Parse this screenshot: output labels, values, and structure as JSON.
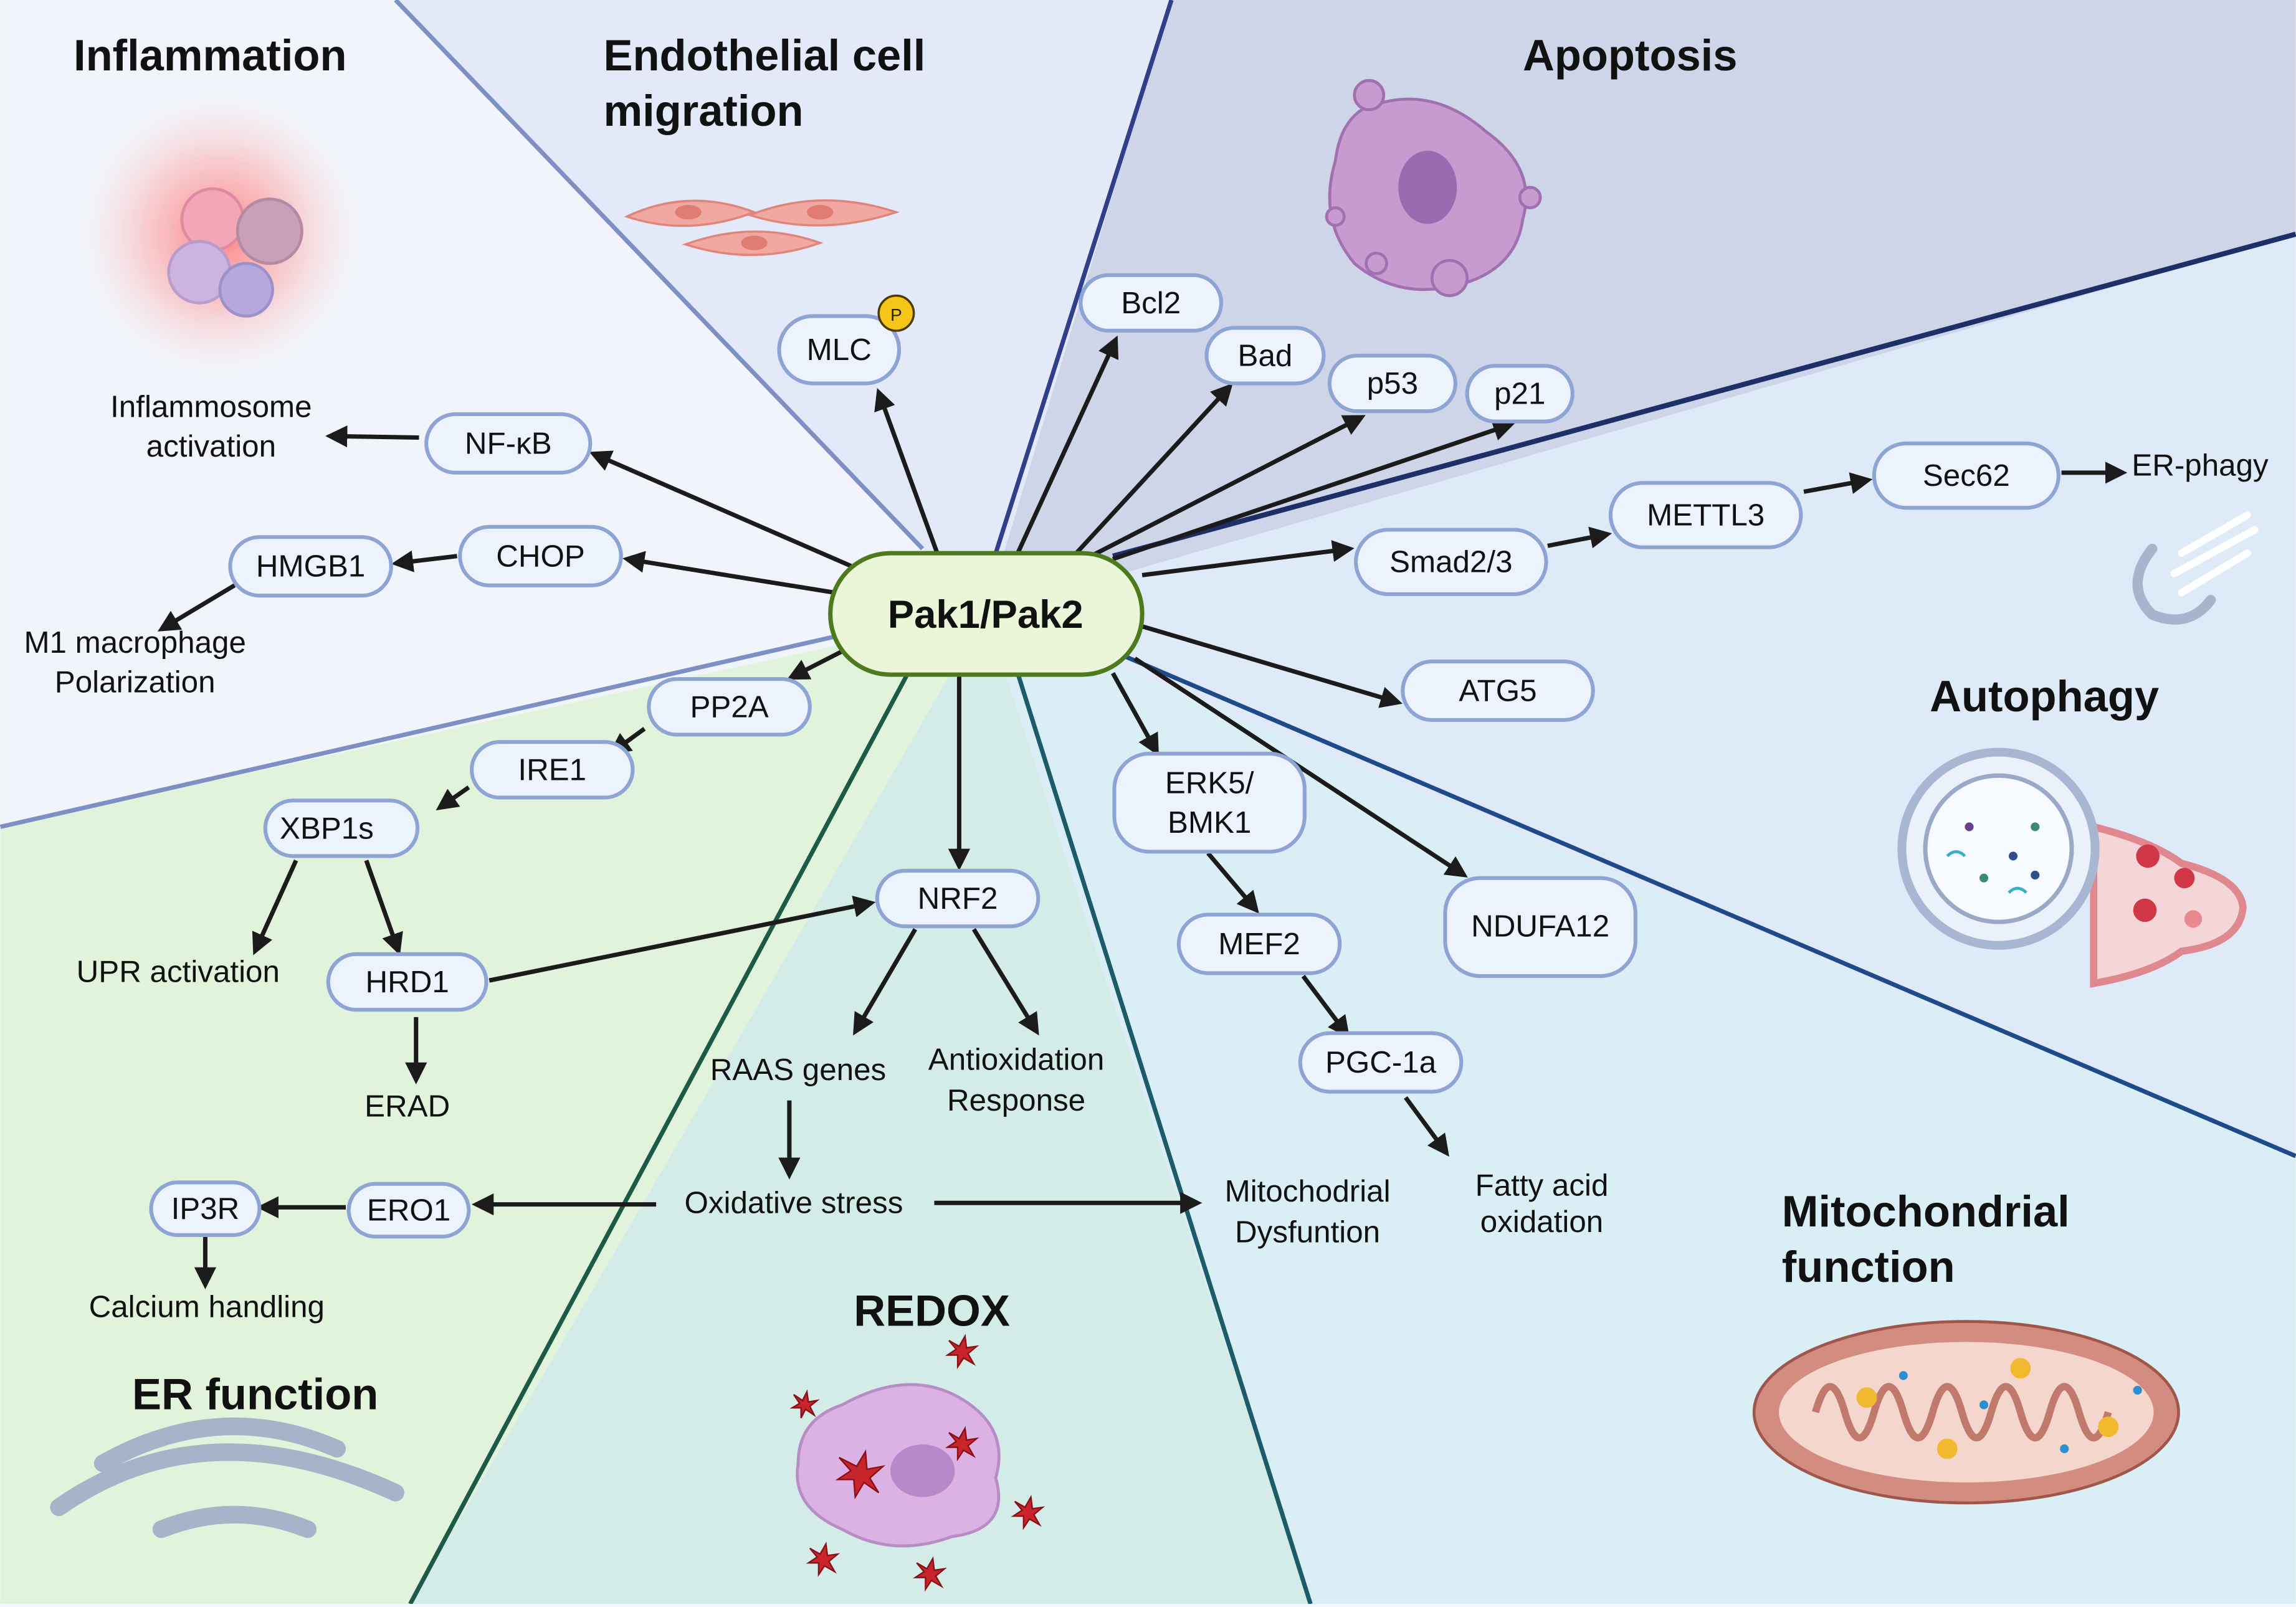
{
  "center": {
    "label": "Pak1/Pak2"
  },
  "sectors": {
    "inflammation": {
      "title": "Inflammation",
      "color": "#f1f4fa"
    },
    "endothelial": {
      "title_line1": "Endothelial cell",
      "title_line2": "migration",
      "color": "#e3e9f8"
    },
    "apoptosis": {
      "title": "Apoptosis",
      "color": "#cfd5e8"
    },
    "autophagy": {
      "title": "Autophagy",
      "color": "#dfeaf8"
    },
    "mitochondrial": {
      "title_line1": "Mitochondrial",
      "title_line2": "function",
      "color": "#daeef5"
    },
    "redox": {
      "title": "REDOX",
      "color": "#d4ece8"
    },
    "er": {
      "title": "ER function",
      "color": "#e2f3dc"
    }
  },
  "nodes": {
    "nfkb": "NF-κB",
    "chop": "CHOP",
    "hmgb1": "HMGB1",
    "mlc": "MLC",
    "mlc_badge": "P",
    "bcl2": "Bcl2",
    "bad": "Bad",
    "p53": "p53",
    "p21": "p21",
    "smad": "Smad2/3",
    "mettl3": "METTL3",
    "sec62": "Sec62",
    "atg5": "ATG5",
    "erk5_line1": "ERK5/",
    "erk5_line2": "BMK1",
    "mef2": "MEF2",
    "pgc1a": "PGC-1a",
    "ndufa12": "NDUFA12",
    "pp2a": "PP2A",
    "ire1": "IRE1",
    "xbp1s": "XBP1s",
    "hrd1": "HRD1",
    "nrf2": "NRF2",
    "ero1": "ERO1",
    "ip3r": "IP3R"
  },
  "outcomes": {
    "inflammasome_line1": "Inflammosome",
    "inflammasome_line2": "activation",
    "m1_line1": "M1 macrophage",
    "m1_line2": "Polarization",
    "er_phagy": "ER-phagy",
    "upr": "UPR activation",
    "erad": "ERAD",
    "raas": "RAAS genes",
    "antiox_line1": "Antioxidation",
    "antiox_line2": "Response",
    "oxstress": "Oxidative stress",
    "mitodys_line1": "Mitochodrial",
    "mitodys_line2": "Dysfuntion",
    "fao_line1": "Fatty acid",
    "fao_line2": "oxidation",
    "calcium": "Calcium handling"
  },
  "icons": {
    "inflammation": "immune-cells-icon",
    "endothelial": "endothelial-cells-icon",
    "apoptosis": "apoptotic-cell-icon",
    "er_phagy": "er-phagy-icon",
    "autophagy": "autolysosome-icon",
    "mitochondrion": "mitochondrion-icon",
    "redox": "ros-cell-icon",
    "er": "endoplasmic-reticulum-icon"
  }
}
